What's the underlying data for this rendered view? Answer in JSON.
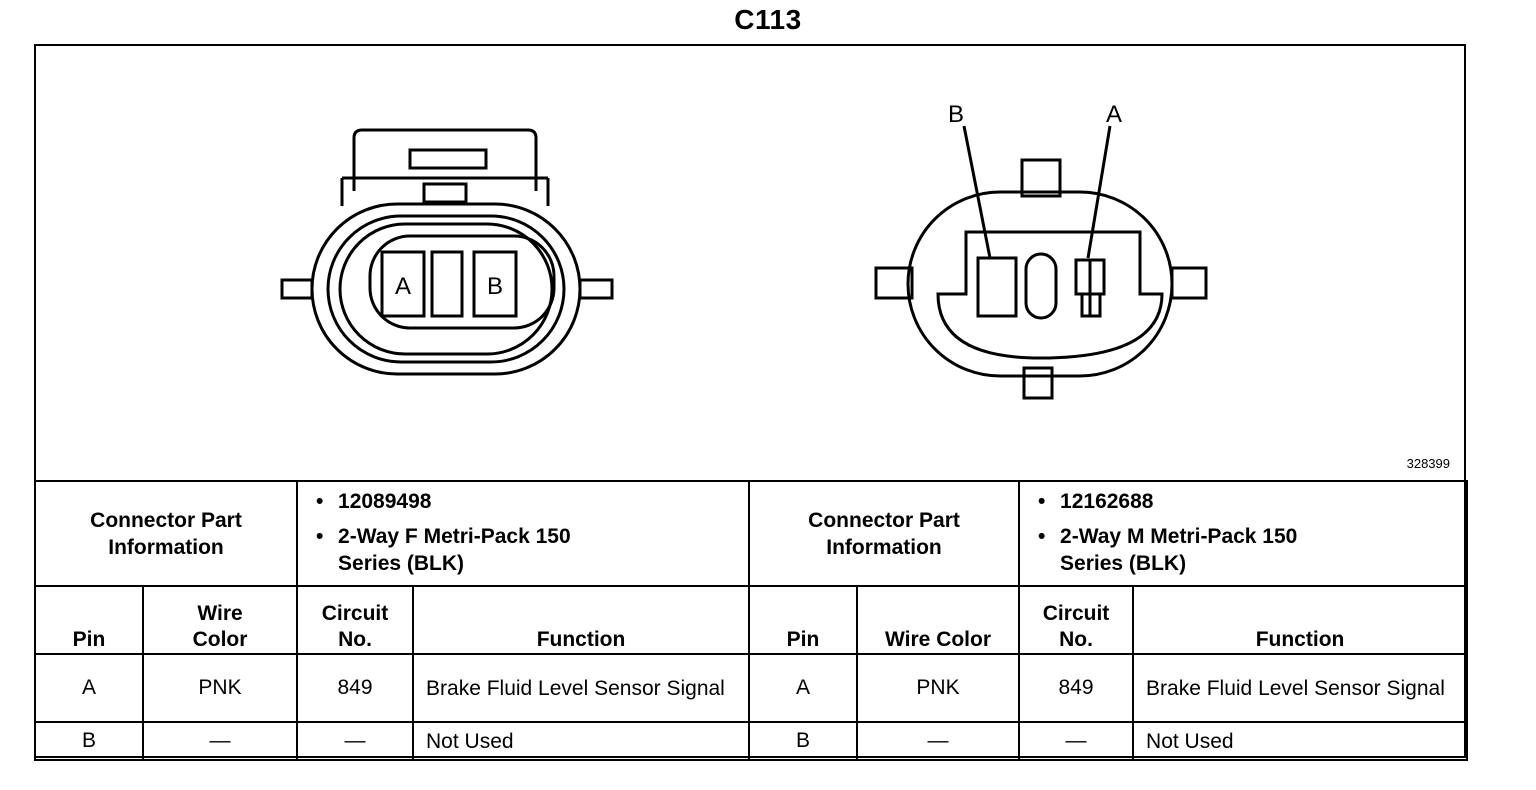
{
  "title": "C113",
  "figure_id": "328399",
  "connector_left": {
    "pin_labels": [
      "A",
      "B"
    ],
    "info_label": "Connector Part Information",
    "info": [
      "12089498",
      "2-Way F Metri-Pack 150 Series (BLK)"
    ]
  },
  "connector_right": {
    "pin_labels": [
      "B",
      "A"
    ],
    "info_label": "Connector Part Information",
    "info": [
      "12162688",
      "2-Way M Metri-Pack 150 Series (BLK)"
    ]
  },
  "table": {
    "headers": {
      "left": [
        "Pin",
        "Wire Color",
        "Circuit No.",
        "Function"
      ],
      "right": [
        "Pin",
        "Wire Color",
        "Circuit No.",
        "Function"
      ]
    },
    "rows_left": [
      {
        "pin": "A",
        "wire_color": "PNK",
        "circuit": "849",
        "function": "Brake Fluid Level Sensor Signal"
      },
      {
        "pin": "B",
        "wire_color": "—",
        "circuit": "—",
        "function": "Not Used"
      }
    ],
    "rows_right": [
      {
        "pin": "A",
        "wire_color": "PNK",
        "circuit": "849",
        "function": "Brake Fluid Level Sensor Signal"
      },
      {
        "pin": "B",
        "wire_color": "—",
        "circuit": "—",
        "function": "Not Used"
      }
    ]
  }
}
